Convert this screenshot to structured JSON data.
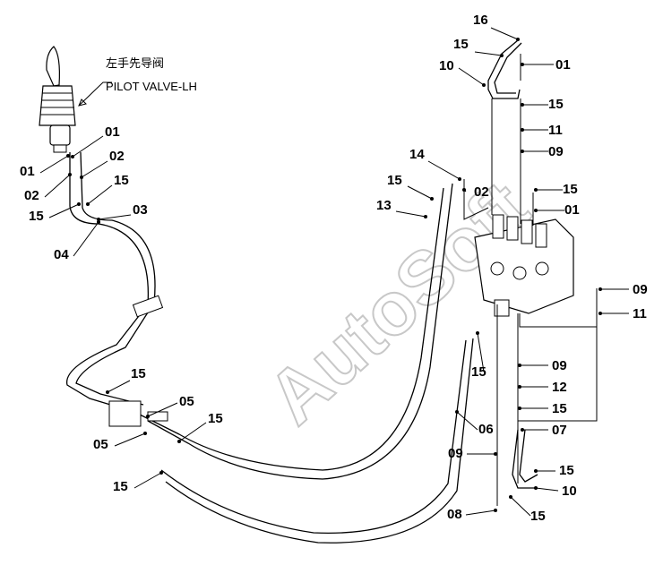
{
  "title": {
    "chinese": "左手先导阀",
    "english": "PILOT VALVE-LH"
  },
  "watermark": "AutoSoft",
  "callouts": [
    "16",
    "15",
    "01",
    "10",
    "15",
    "11",
    "09",
    "14",
    "15",
    "02",
    "15",
    "01",
    "13",
    "01",
    "02",
    "15",
    "03",
    "01",
    "02",
    "15",
    "04",
    "09",
    "11",
    "15",
    "09",
    "12",
    "15",
    "05",
    "15",
    "15",
    "06",
    "07",
    "05",
    "09",
    "15",
    "15",
    "10",
    "08",
    "15"
  ],
  "colors": {
    "line": "#000000",
    "watermark": "#c8c8c8",
    "background": "#ffffff"
  }
}
